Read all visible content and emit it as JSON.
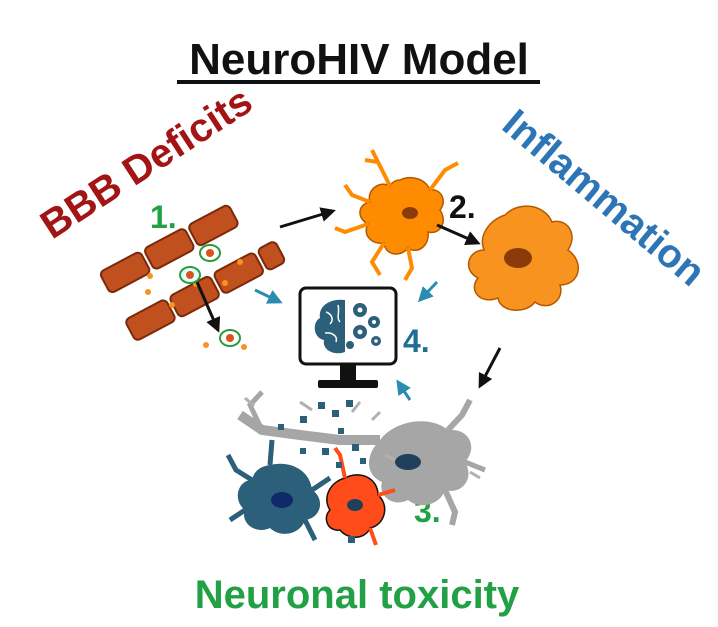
{
  "title": "NeuroHIV Model",
  "labels": {
    "bbb": "BBB Deficits",
    "inflammation": "Inflammation",
    "neuronal": "Neuronal toxicity"
  },
  "steps": {
    "one": "1.",
    "two": "2.",
    "three": "3.",
    "four": "4."
  },
  "colors": {
    "bbb": "#a31515",
    "inflammation": "#2e75b6",
    "neuronal": "#22a045",
    "step_green": "#22a045",
    "step_black": "#111111",
    "step_blue": "#1f6f94",
    "brick": "#c0501e",
    "astrocyte": "#ff8c00",
    "microglia": "#f7931e",
    "neuron_gray": "#a6a6a6",
    "neuron_blue": "#2b5f7a",
    "neuron_red": "#ff4c1a",
    "arrow_teal": "#2b8cb3"
  },
  "icons": {
    "brain": "brain-computer-icon",
    "gears": "gears-icon"
  }
}
